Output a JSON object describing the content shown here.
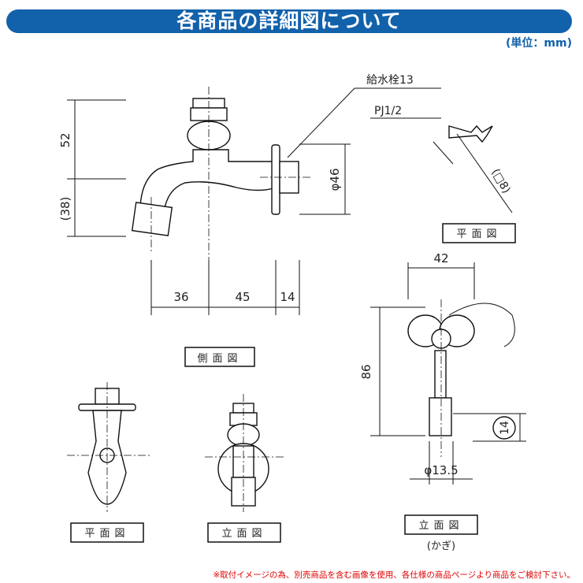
{
  "header": {
    "title": "各商品の詳細図について",
    "unit": "(単位：mm)"
  },
  "side_view": {
    "label": "側面図",
    "dims": {
      "height_top": "52",
      "height_bottom": "(38)",
      "dia": "φ46",
      "w1": "36",
      "w2": "45",
      "w3": "14"
    },
    "callout1": "給水栓13",
    "callout2": "PJ1/2"
  },
  "handle_plan": {
    "label": "平面図",
    "dim": "(□8)"
  },
  "plan_view": {
    "label": "平面図"
  },
  "elevation_view": {
    "label": "立面図"
  },
  "key_view": {
    "label": "立面図",
    "sub": "(かぎ)",
    "dims": {
      "width": "42",
      "height": "86",
      "small": "14",
      "dia": "φ13.5"
    }
  },
  "footer": {
    "note": "※取付イメージの為、別売商品を含む画像を使用、各仕様の商品ページより商品をご検討下さい。"
  }
}
